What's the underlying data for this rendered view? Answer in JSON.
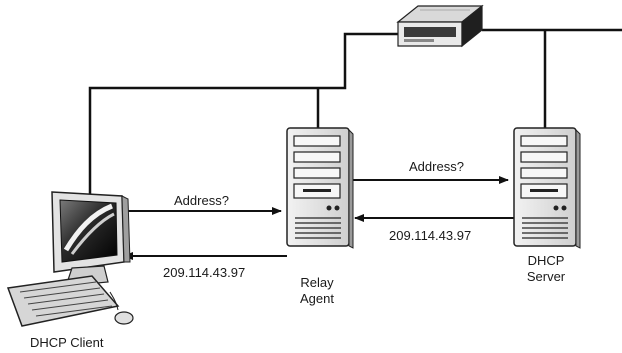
{
  "labels": {
    "request_client_to_relay": "Address?",
    "request_relay_to_server": "Address?",
    "reply_server_to_relay": "209.114.43.97",
    "reply_relay_to_client": "209.114.43.97",
    "client_name": "DHCP Client",
    "relay_name_line1": "Relay",
    "relay_name_line2": "Agent",
    "server_name_line1": "DHCP",
    "server_name_line2": "Server"
  },
  "icons": {
    "client": "desktop-computer-icon",
    "relay": "tower-server-icon",
    "server": "tower-server-icon",
    "router": "router-icon"
  },
  "colors": {
    "line": "#111111",
    "device_light": "#e6e6e6",
    "device_mid": "#bdbdbd",
    "device_dark": "#3a3a3a"
  }
}
